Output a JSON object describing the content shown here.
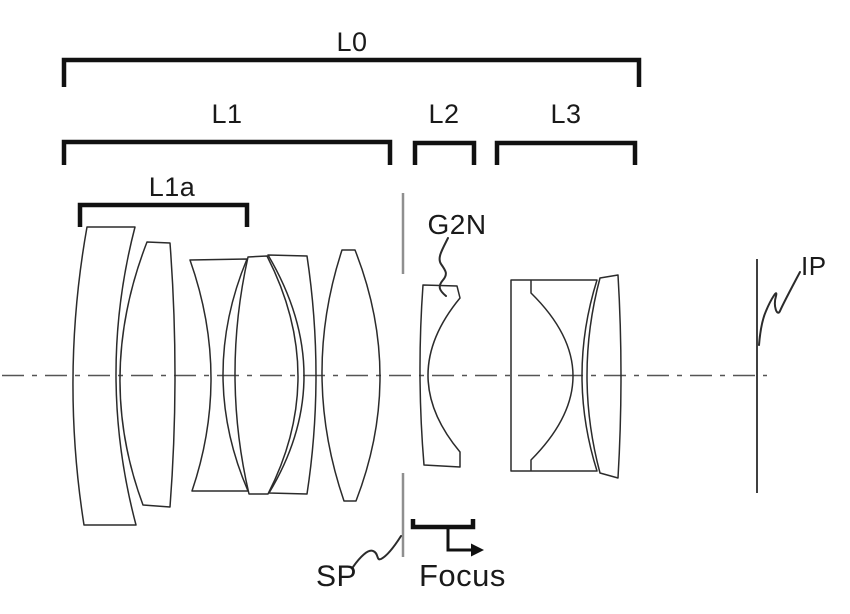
{
  "diagram": {
    "group_labels": {
      "l0": "L0",
      "l1": "L1",
      "l1a": "L1a",
      "l2": "L2",
      "l3": "L3"
    },
    "part_labels": {
      "g2n": "G2N",
      "aperture_stop": "SP",
      "focus": "Focus",
      "image_plane": "IP"
    },
    "colors": {
      "background": "#ffffff",
      "line_art": "#2b2b2b",
      "bracket": "#111111",
      "axis": "#555555",
      "aperture_stop_line": "#8f8f8f",
      "text": "#1a1a1a"
    }
  }
}
